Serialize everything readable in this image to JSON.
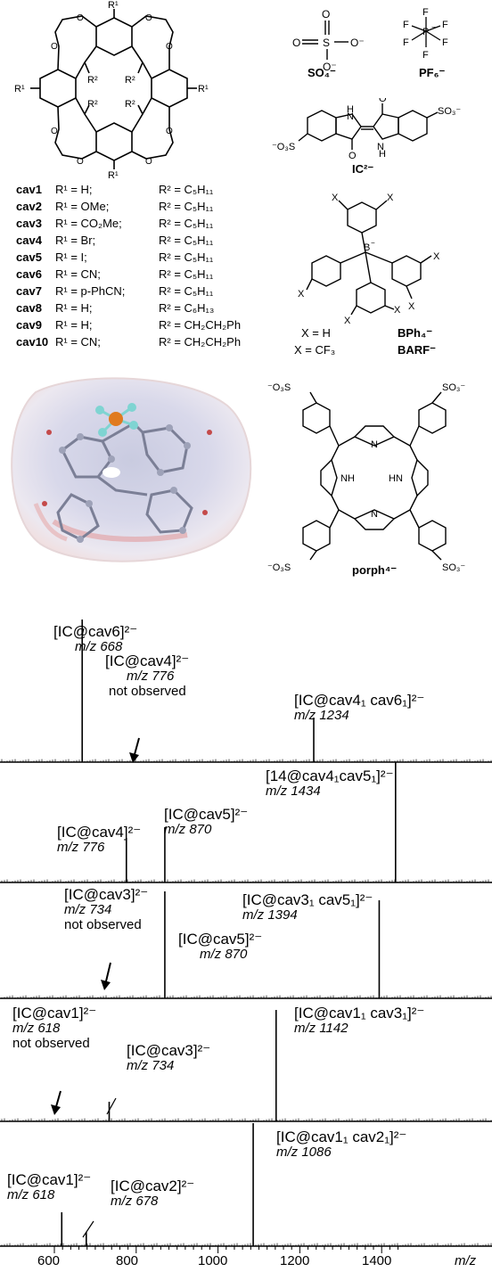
{
  "legend": {
    "rows": [
      {
        "name": "cav1",
        "r1": "R¹ = H;",
        "r2": "R² = C₅H₁₁"
      },
      {
        "name": "cav2",
        "r1": "R¹ = OMe;",
        "r2": "R² = C₅H₁₁"
      },
      {
        "name": "cav3",
        "r1": "R¹ = CO₂Me;",
        "r2": "R² = C₅H₁₁"
      },
      {
        "name": "cav4",
        "r1": "R¹ = Br;",
        "r2": "R² = C₅H₁₁"
      },
      {
        "name": "cav5",
        "r1": "R¹ = I;",
        "r2": "R² = C₅H₁₁"
      },
      {
        "name": "cav6",
        "r1": "R¹ = CN;",
        "r2": "R² = C₅H₁₁"
      },
      {
        "name": "cav7",
        "r1": "R¹ = p-PhCN;",
        "r2": "R² = C₅H₁₁"
      },
      {
        "name": "cav8",
        "r1": "R¹ = H;",
        "r2": "R² = C₆H₁₃"
      },
      {
        "name": "cav9",
        "r1": "R¹ = H;",
        "r2": "R² = CH₂CH₂Ph"
      },
      {
        "name": "cav10",
        "r1": "R¹ = CN;",
        "r2": "R² = CH₂CH₂Ph"
      }
    ]
  },
  "structures": {
    "so4": "SO₄⁻",
    "pf6": "PF₆⁻",
    "ic": "IC²⁻",
    "bph4_def": "X = H",
    "bph4": "BPh₄⁻",
    "barf_def": "X = CF₃",
    "barf": "BARF⁻",
    "porph": "porph⁴⁻"
  },
  "spectra": {
    "xaxis_label": "m/z",
    "ticks": [
      "600",
      "800",
      "1000",
      "1200",
      "1400"
    ],
    "panels": [
      {
        "annotations": [
          {
            "title": "[IC@cav6]²⁻",
            "mz": "m/z 668"
          },
          {
            "title": "[IC@cav4]²⁻",
            "mz": "m/z 776",
            "note": "not observed"
          },
          {
            "title": "[IC@cav4₁ cav6₁]²⁻",
            "mz": "m/z 1234"
          }
        ]
      },
      {
        "annotations": [
          {
            "title": "[IC@cav4]²⁻",
            "mz": "m/z 776"
          },
          {
            "title": "[IC@cav5]²⁻",
            "mz": "m/z 870"
          },
          {
            "title": "[14@cav4₁cav5₁]²⁻",
            "mz": "m/z 1434"
          }
        ]
      },
      {
        "annotations": [
          {
            "title": "[IC@cav3]²⁻",
            "mz": "m/z 734",
            "note": "not observed"
          },
          {
            "title": "[IC@cav5]²⁻",
            "mz": "m/z 870"
          },
          {
            "title": "[IC@cav3₁ cav5₁]²⁻",
            "mz": "m/z 1394"
          }
        ]
      },
      {
        "annotations": [
          {
            "title": "[IC@cav1]²⁻",
            "mz": "m/z 618",
            "note": "not observed"
          },
          {
            "title": "[IC@cav3]²⁻",
            "mz": "m/z 734"
          },
          {
            "title": "[IC@cav1₁ cav3₁]²⁻",
            "mz": "m/z 1142"
          }
        ]
      },
      {
        "annotations": [
          {
            "title": "[IC@cav1]²⁻",
            "mz": "m/z 618"
          },
          {
            "title": "[IC@cav2]²⁻",
            "mz": "m/z 678"
          },
          {
            "title": "[IC@cav1₁ cav2₁]²⁻",
            "mz": "m/z 1086"
          }
        ]
      }
    ]
  }
}
